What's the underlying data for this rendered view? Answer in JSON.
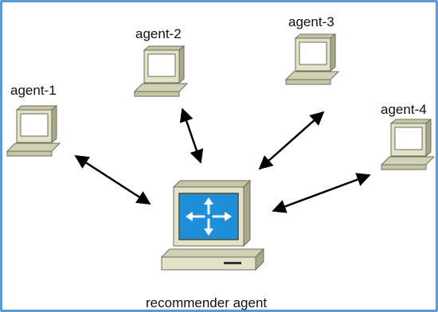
{
  "nodes": [
    {
      "id": "agent-1",
      "label": "agent-1"
    },
    {
      "id": "agent-2",
      "label": "agent-2"
    },
    {
      "id": "agent-3",
      "label": "agent-3"
    },
    {
      "id": "agent-4",
      "label": "agent-4"
    },
    {
      "id": "recommender",
      "label": "recommender agent"
    }
  ],
  "edges": [
    {
      "from": "agent-1",
      "to": "recommender",
      "type": "bidirectional"
    },
    {
      "from": "agent-2",
      "to": "recommender",
      "type": "bidirectional"
    },
    {
      "from": "agent-3",
      "to": "recommender",
      "type": "bidirectional"
    },
    {
      "from": "agent-4",
      "to": "recommender",
      "type": "bidirectional"
    }
  ],
  "colors": {
    "frame_border": "#5b9bd5",
    "computer_body": "#e3e2c9",
    "computer_shade": "#c6c5a6",
    "computer_outline": "#6e6e5c",
    "router_screen": "#1e8fd8",
    "arrow": "#000000"
  }
}
